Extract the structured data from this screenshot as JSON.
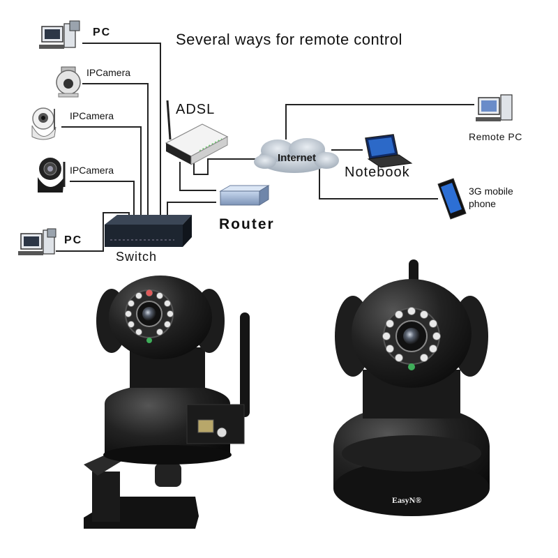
{
  "diagram": {
    "title": "Several ways for remote control",
    "labels": {
      "pc_top": "PC",
      "ipcamera_1": "IPCamera",
      "ipcamera_2": "IPCamera",
      "ipcamera_3": "IPCamera",
      "pc_bottom": "PC",
      "switch": "Switch",
      "adsl": "ADSL",
      "router": "Router",
      "internet": "Internet",
      "notebook": "Notebook",
      "remote_pc": "Remote PC",
      "mobile_line1": "3G mobile",
      "mobile_line2": "phone"
    },
    "colors": {
      "line": "#222222",
      "device_dark": "#1a1a1a",
      "router_blue": "#9fb6d6",
      "cloud": "#b9c2cc"
    }
  },
  "product": {
    "brand": "EasyN®"
  }
}
